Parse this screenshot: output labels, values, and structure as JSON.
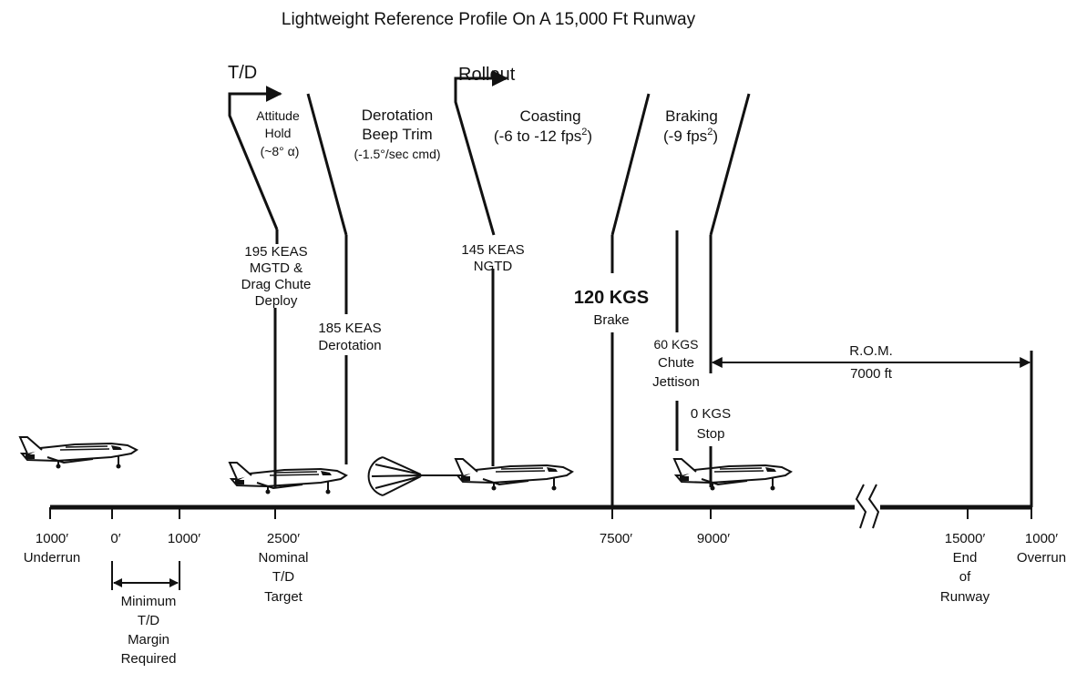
{
  "title": "Lightweight Reference Profile On A 15,000 Ft Runway",
  "phases": {
    "td": "T/D",
    "rollout": "Rollout",
    "attitude_hold": [
      "Attitude",
      "Hold",
      "(~8° α)"
    ],
    "derotation_trim": [
      "Derotation",
      "Beep Trim",
      "(-1.5°/sec cmd)"
    ],
    "coasting": [
      "Coasting",
      "(-6 to -12 fps",
      "2",
      ")"
    ],
    "braking": [
      "Braking",
      "(-9 fps",
      "2",
      ")"
    ]
  },
  "events": {
    "mgtd": [
      "195 KEAS",
      "MGTD &",
      "Drag Chute",
      "Deploy"
    ],
    "derotation": [
      "185 KEAS",
      "Derotation"
    ],
    "ngtd": [
      "145 KEAS",
      "NGTD"
    ],
    "brake": [
      "120 KGS",
      "Brake"
    ],
    "jettison": [
      "60 KGS",
      "Chute",
      "Jettison"
    ],
    "stop": [
      "0 KGS",
      "Stop"
    ]
  },
  "rom": [
    "R.O.M.",
    "7000 ft"
  ],
  "runway_marks": {
    "underrun": [
      "1000′",
      "Underrun"
    ],
    "zero": [
      "0′"
    ],
    "one_thousand": [
      "1000′"
    ],
    "nominal": [
      "2500′",
      "Nominal",
      "T/D",
      "Target"
    ],
    "m7500": [
      "7500′"
    ],
    "m9000": [
      "9000′"
    ],
    "end": [
      "15000′",
      "End",
      "of",
      "Runway"
    ],
    "overrun": [
      "1000′",
      "Overrun"
    ]
  },
  "margin": [
    "Minimum",
    "T/D",
    "Margin",
    "Required"
  ],
  "icons": [
    "orbiter-icon",
    "drag-chute-icon",
    "runway-break-icon",
    "arrow-right-icon"
  ]
}
